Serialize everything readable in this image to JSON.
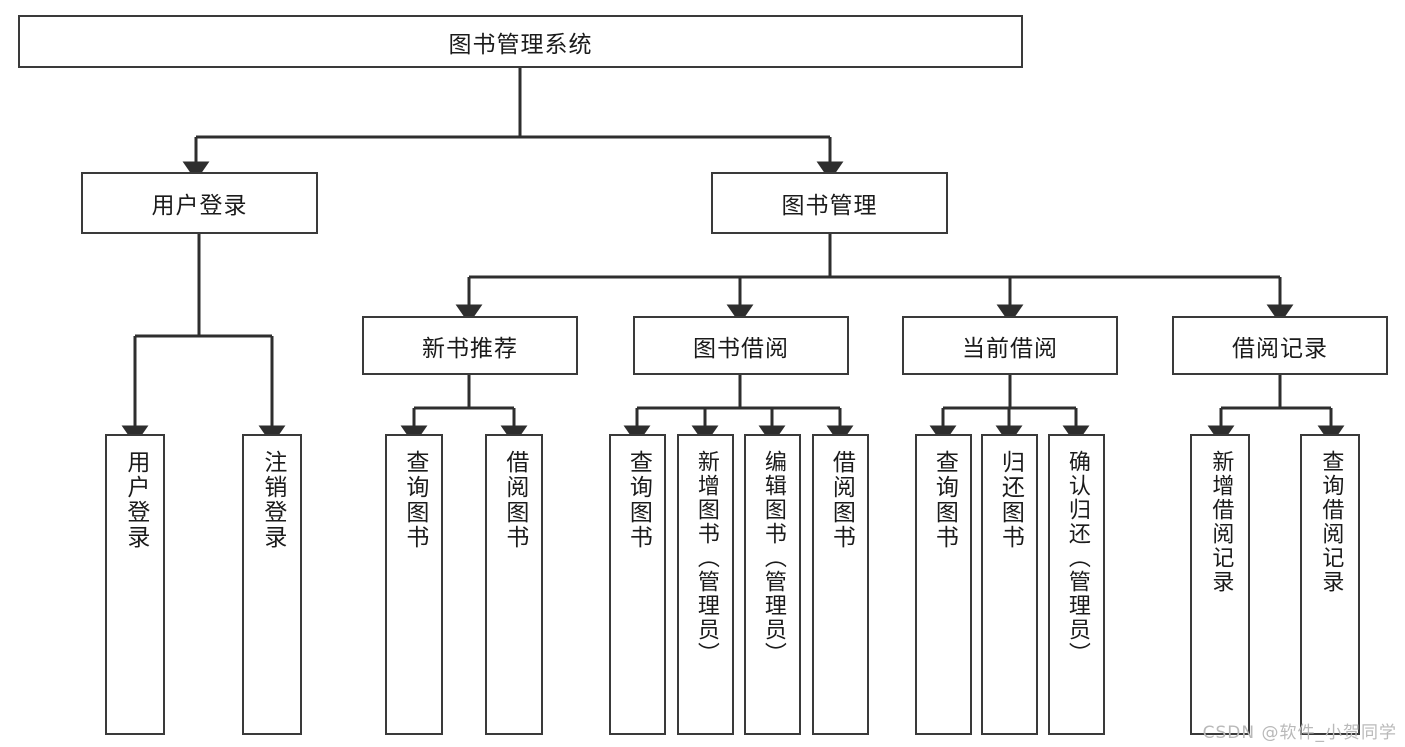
{
  "diagram": {
    "type": "tree",
    "title": "图书管理系统",
    "watermark": "CSDN @软件_小贺同学",
    "colors": {
      "stroke": "#3a3a3a",
      "fill": "#ffffff",
      "text": "#1b1b1b",
      "watermark": "#b9b9b9"
    },
    "nodes": {
      "root": {
        "label": "图书管理系统"
      },
      "level2": [
        {
          "id": "user-login",
          "label": "用户登录"
        },
        {
          "id": "book-manage",
          "label": "图书管理"
        }
      ],
      "level3": [
        {
          "id": "new-book-recommend",
          "label": "新书推荐"
        },
        {
          "id": "book-borrow",
          "label": "图书借阅"
        },
        {
          "id": "current-borrow",
          "label": "当前借阅"
        },
        {
          "id": "borrow-record",
          "label": "借阅记录"
        }
      ],
      "leaves": {
        "user-login": [
          {
            "id": "leaf-user-login",
            "label": "用户登录"
          },
          {
            "id": "leaf-logout-login",
            "label": "注销登录"
          }
        ],
        "new-book-recommend": [
          {
            "id": "leaf-query-book-1",
            "label": "查询图书"
          },
          {
            "id": "leaf-borrow-book-1",
            "label": "借阅图书"
          }
        ],
        "book-borrow": [
          {
            "id": "leaf-query-book-2",
            "label": "查询图书"
          },
          {
            "id": "leaf-add-book-admin",
            "label": "新增图书（管理员）"
          },
          {
            "id": "leaf-edit-book-admin",
            "label": "编辑图书（管理员）"
          },
          {
            "id": "leaf-borrow-book-2",
            "label": "借阅图书"
          }
        ],
        "current-borrow": [
          {
            "id": "leaf-query-book-3",
            "label": "查询图书"
          },
          {
            "id": "leaf-return-book",
            "label": "归还图书"
          },
          {
            "id": "leaf-confirm-return-admin",
            "label": "确认归还（管理员）"
          }
        ],
        "borrow-record": [
          {
            "id": "leaf-add-borrow-record",
            "label": "新增借阅记录"
          },
          {
            "id": "leaf-query-borrow-record",
            "label": "查询借阅记录"
          }
        ]
      }
    }
  }
}
